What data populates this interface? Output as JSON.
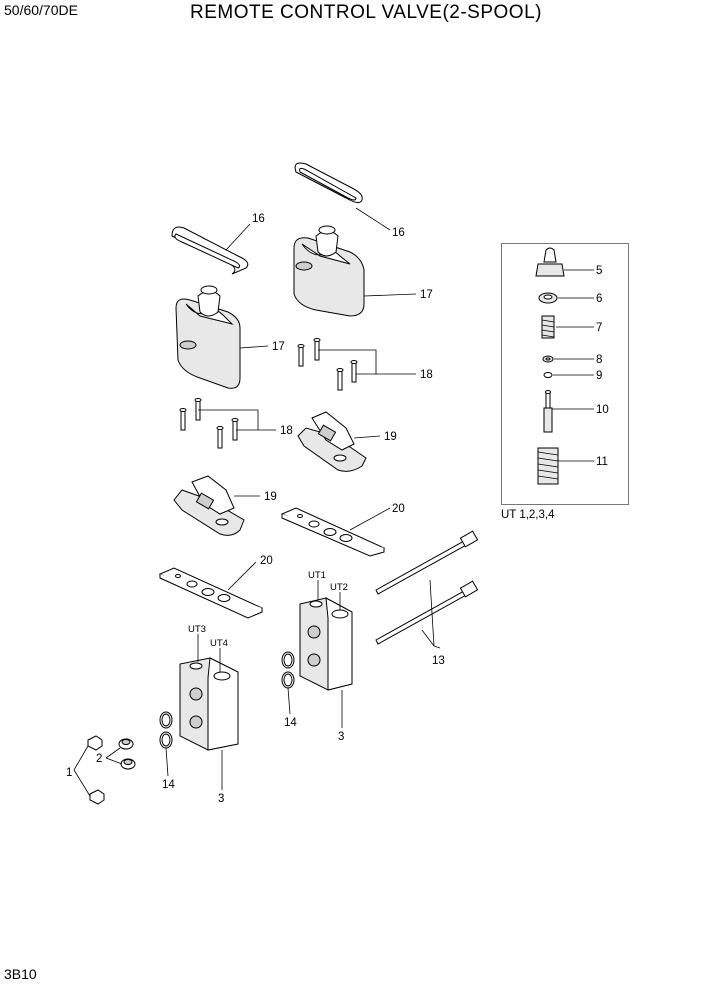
{
  "header": {
    "model": "50/60/70DE",
    "title": "REMOTE CONTROL VALVE(2-SPOOL)"
  },
  "footer": {
    "page_code": "3B10"
  },
  "detail_box": {
    "caption": "UT 1,2,3,4"
  },
  "callouts": {
    "c1": "1",
    "c2": "2",
    "c3a": "3",
    "c3b": "3",
    "c5": "5",
    "c6": "6",
    "c7": "7",
    "c8": "8",
    "c9": "9",
    "c10": "10",
    "c11": "11",
    "c13": "13",
    "c14a": "14",
    "c14b": "14",
    "c16a": "16",
    "c16b": "16",
    "c17a": "17",
    "c17b": "17",
    "c18a": "18",
    "c18b": "18",
    "c19a": "19",
    "c19b": "19",
    "c20a": "20",
    "c20b": "20"
  },
  "port_labels": {
    "ut1": "UT1",
    "ut2": "UT2",
    "ut3": "UT3",
    "ut4": "UT4"
  }
}
